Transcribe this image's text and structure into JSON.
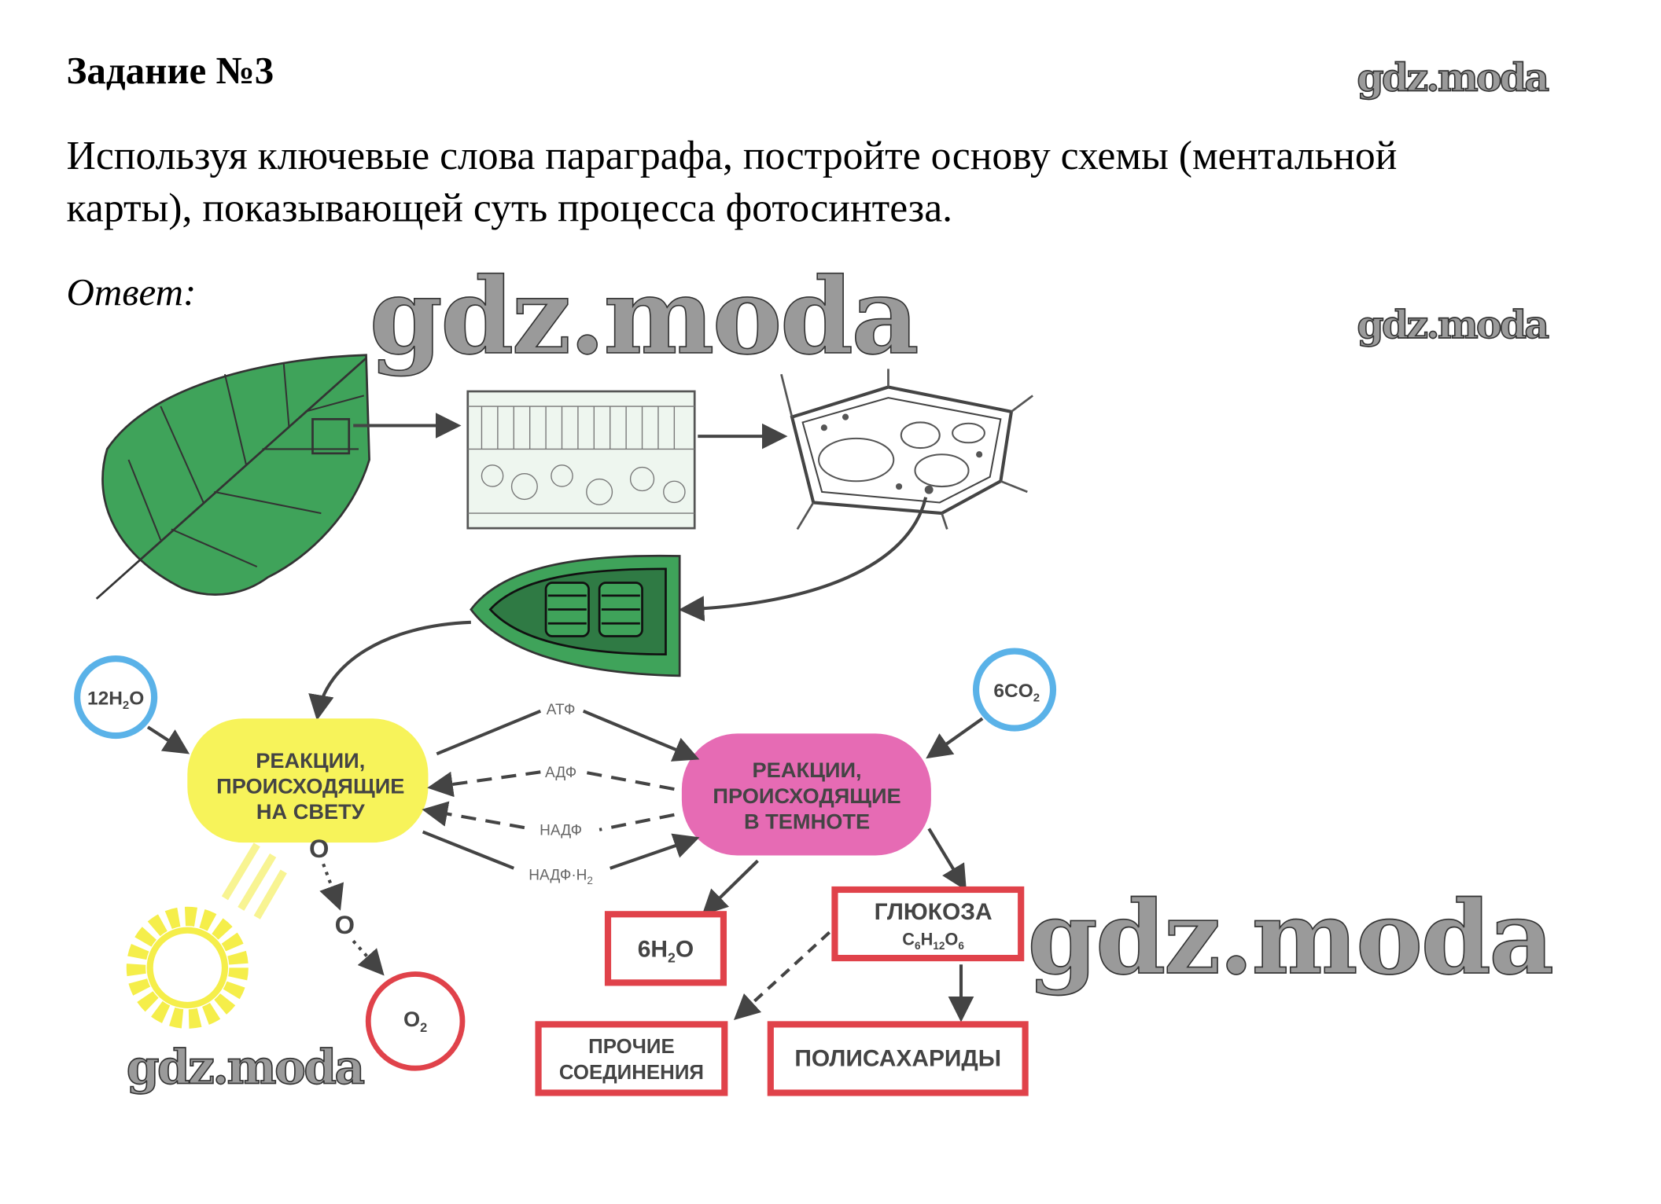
{
  "task": {
    "title": "Задание №3",
    "text_line1": "Используя ключевые слова параграфа, постройте основу схемы (ментальной",
    "text_line2": "карты), показывающей суть процесса фотосинтеза.",
    "answer_label": "Ответ:"
  },
  "watermarks": [
    "gdz.moda",
    "gdz.moda",
    "gdz.moda",
    "gdz.moda",
    "gdz.moda"
  ],
  "diagram": {
    "water_in": {
      "main": "12H",
      "sub": "2",
      "tail": "O"
    },
    "co2_in": {
      "main": "6CO",
      "sub": "2"
    },
    "light_reactions": [
      "РЕАКЦИИ,",
      "ПРОИСХОДЯЩИЕ",
      "НА СВЕТУ"
    ],
    "dark_reactions": [
      "РЕАКЦИИ,",
      "ПРОИСХОДЯЩИЕ",
      "В ТЕМНОТЕ"
    ],
    "atp": "АТФ",
    "adp": "АДФ",
    "nadp": "НАДФ",
    "nadph": {
      "main": "НАДФ·Н",
      "sub": "2"
    },
    "oxygen_atom_1": "O",
    "oxygen_atom_2": "O",
    "oxygen_out": {
      "main": "O",
      "sub": "2"
    },
    "water_out": {
      "main": "6H",
      "sub": "2",
      "tail": "O"
    },
    "glucose": {
      "name": "ГЛЮКОЗА",
      "formula": [
        "C",
        "6",
        "H",
        "12",
        "O",
        "6"
      ]
    },
    "other_compounds": [
      "ПРОЧИЕ",
      "СОЕДИНЕНИЯ"
    ],
    "polysaccharides": "ПОЛИСАХАРИДЫ"
  },
  "colors": {
    "leaf": "#3fa35a",
    "light": "#f7f35a",
    "dark": "#e66bb4",
    "water_ring": "#5ab2e8",
    "product_box": "#e0424a",
    "sun": "#f5ee4a"
  }
}
